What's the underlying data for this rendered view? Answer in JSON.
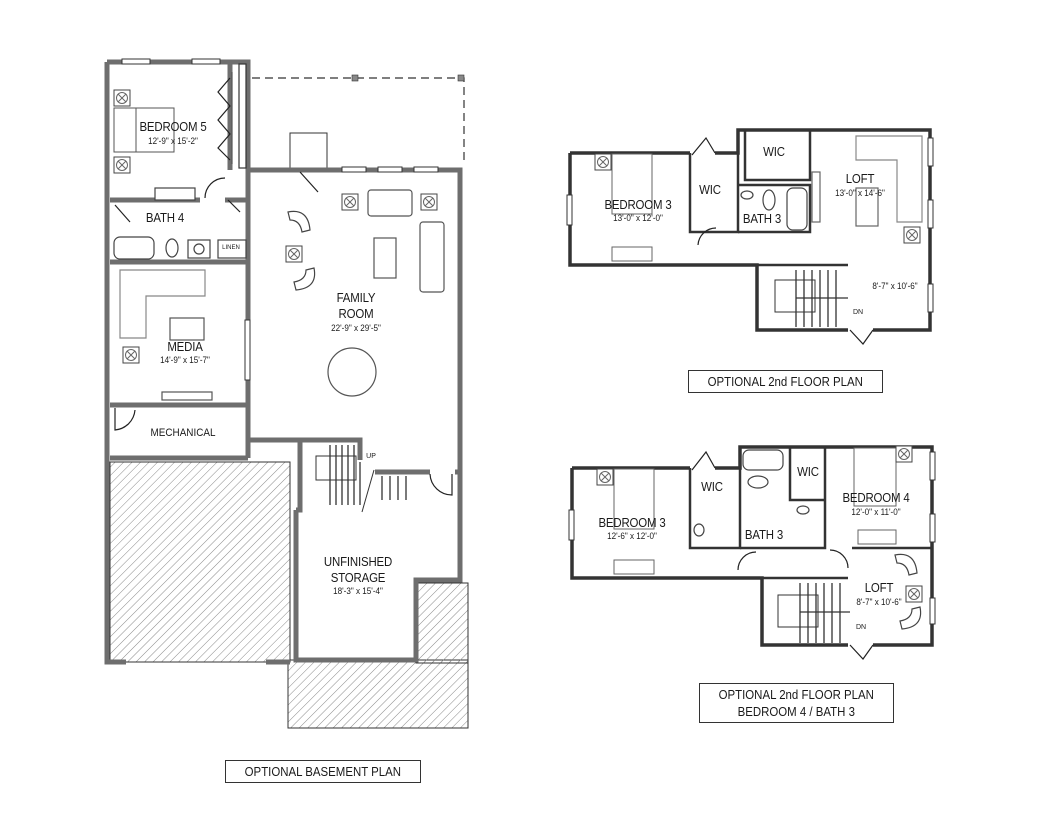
{
  "basement": {
    "caption": "OPTIONAL BASEMENT PLAN",
    "rooms": {
      "bedroom5": {
        "name": "BEDROOM 5",
        "dims": "12'-9\" x 15'-2\""
      },
      "bath4": {
        "name": "BATH 4"
      },
      "linen": {
        "name": "LINEN"
      },
      "media": {
        "name": "MEDIA",
        "dims": "14'-9\" x 15'-7\""
      },
      "mechanical": {
        "name": "MECHANICAL"
      },
      "family": {
        "name_line1": "FAMILY",
        "name_line2": "ROOM",
        "dims": "22'-9\" x 29'-5\""
      },
      "storage": {
        "name_line1": "UNFINISHED",
        "name_line2": "STORAGE",
        "dims": "18'-3\" x 15'-4\""
      }
    },
    "stairs_label": "UP"
  },
  "floor2_option_a": {
    "caption": "OPTIONAL 2nd FLOOR PLAN",
    "rooms": {
      "bedroom3": {
        "name": "BEDROOM 3",
        "dims": "13'-0\" x 12'-0\""
      },
      "wic1": {
        "name": "WIC"
      },
      "wic2": {
        "name": "WIC"
      },
      "bath3": {
        "name": "BATH 3"
      },
      "loft": {
        "name": "LOFT",
        "dims": "13'-0\" x 14'-6\""
      },
      "stair_area": {
        "dims": "8'-7\" x 10'-6\""
      }
    },
    "stairs_label": "DN"
  },
  "floor2_option_b": {
    "caption_line1": "OPTIONAL 2nd FLOOR PLAN",
    "caption_line2": "BEDROOM 4 / BATH 3",
    "rooms": {
      "bedroom3": {
        "name": "BEDROOM 3",
        "dims": "12'-6\" x 12'-0\""
      },
      "wic1": {
        "name": "WIC"
      },
      "wic2": {
        "name": "WIC"
      },
      "bath3": {
        "name": "BATH 3"
      },
      "bedroom4": {
        "name": "BEDROOM 4",
        "dims": "12'-0\" x 11'-0\""
      },
      "loft": {
        "name": "LOFT",
        "dims": "8'-7\" x 10'-6\""
      }
    },
    "stairs_label": "DN"
  },
  "colors": {
    "wall": "#6e6e6e",
    "wall_outline": "#222222",
    "hatch": "#8a8a8a",
    "furniture": "#555555"
  }
}
